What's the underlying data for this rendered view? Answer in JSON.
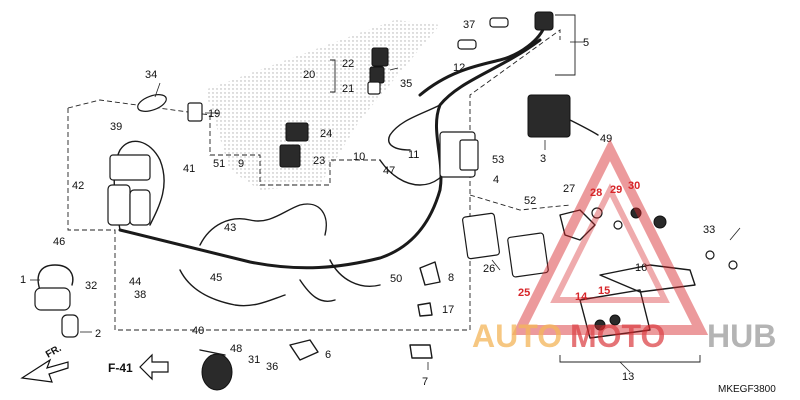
{
  "diagram": {
    "code": "MKEGF3800",
    "reference": "F-41",
    "direction_label": "FR.",
    "callouts": [
      "1",
      "2",
      "3",
      "4",
      "5",
      "6",
      "7",
      "8",
      "9",
      "10",
      "11",
      "12",
      "13",
      "14",
      "15",
      "16",
      "17",
      "19",
      "20",
      "21",
      "22",
      "23",
      "24",
      "25",
      "26",
      "27",
      "28",
      "29",
      "30",
      "31",
      "32",
      "33",
      "34",
      "35",
      "36",
      "37",
      "38",
      "39",
      "40",
      "41",
      "42",
      "43",
      "44",
      "45",
      "46",
      "47",
      "48",
      "49",
      "50",
      "51",
      "52",
      "53"
    ]
  },
  "watermark": {
    "text_left": "AUTO",
    "text_mid": "MOTO",
    "text_right": "HUB",
    "colors": {
      "red": "#d7262a",
      "gold": "#f2a93b",
      "gray": "#8a8a8a"
    }
  }
}
